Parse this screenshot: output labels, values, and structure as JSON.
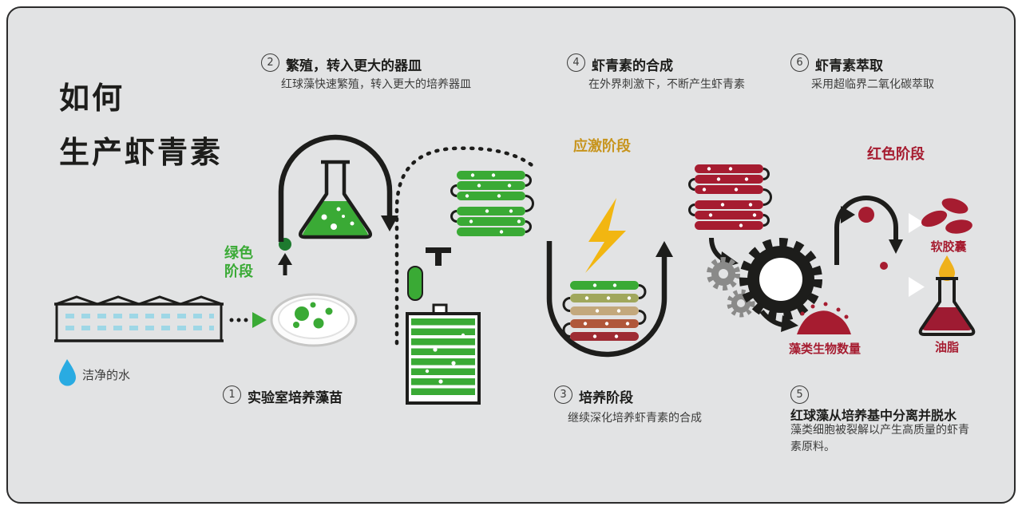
{
  "title": {
    "line1": "如何",
    "line2": "生产虾青素"
  },
  "stages": {
    "green_line1": "绿色",
    "green_line2": "阶段",
    "stress": "应激阶段",
    "red": "红色阶段"
  },
  "steps": {
    "s1": {
      "num": "1",
      "title": "实验室培养藻苗"
    },
    "s2": {
      "num": "2",
      "title": "繁殖，转入更大的器皿",
      "desc": "红球藻快速繁殖，转入更大的培养器皿"
    },
    "s3": {
      "num": "3",
      "title": "培养阶段",
      "desc": "继续深化培养虾青素的合成"
    },
    "s4": {
      "num": "4",
      "title": "虾青素的合成",
      "desc": "在外界刺激下，不断产生虾青素"
    },
    "s5": {
      "num": "5",
      "title": "红球藻从培养基中分离并脱水",
      "desc": "藻类细胞被裂解以产生高质量的虾青素原料。"
    },
    "s6": {
      "num": "6",
      "title": "虾青素萃取",
      "desc": "采用超临界二氧化碳萃取"
    }
  },
  "labels": {
    "clean_water": "洁净的水",
    "biomass": "藻类生物数量",
    "softgel": "软胶囊",
    "oil": "油脂"
  },
  "colors": {
    "background": "#e2e3e4",
    "green": "#3aaa35",
    "dark_red": "#a61c30",
    "gold": "#c7941c",
    "bolt_yellow": "#f2b611",
    "water_blue": "#29abe2",
    "ink": "#1d1d1b",
    "window_blue": "#9ed7e6",
    "stress_gradient": [
      "#3aaa35",
      "#a0a75c",
      "#c3a87c",
      "#b0573a",
      "#9e2b33"
    ]
  }
}
